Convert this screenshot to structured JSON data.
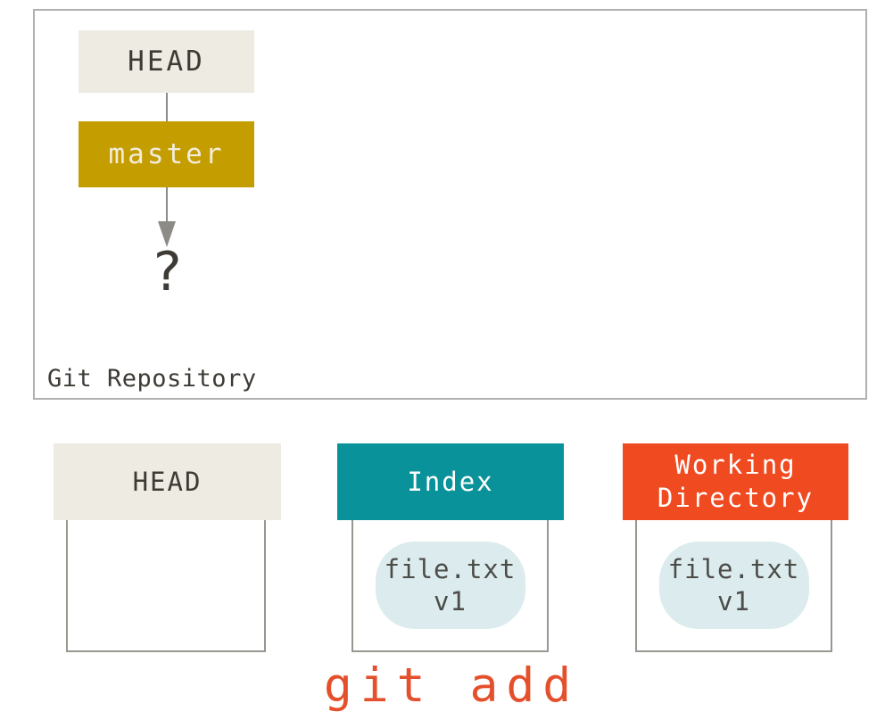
{
  "repository": {
    "label": "Git Repository",
    "nodes": {
      "head": "HEAD",
      "branch": "master",
      "unknown_commit": "?"
    }
  },
  "columns": {
    "head": {
      "title": "HEAD"
    },
    "index": {
      "title": "Index",
      "file": {
        "name": "file.txt",
        "version": "v1"
      }
    },
    "working_directory": {
      "title": "Working Directory",
      "file": {
        "name": "file.txt",
        "version": "v1"
      }
    }
  },
  "caption": {
    "command": "git add"
  },
  "colors": {
    "head_box_bg": "#edebe2",
    "branch_box_bg": "#c49d01",
    "index_header_bg": "#0a929a",
    "working_dir_header_bg": "#f04a21",
    "file_pill_bg": "#dcebed",
    "caption_text": "#e4502c",
    "arrow": "#8c8b86"
  }
}
